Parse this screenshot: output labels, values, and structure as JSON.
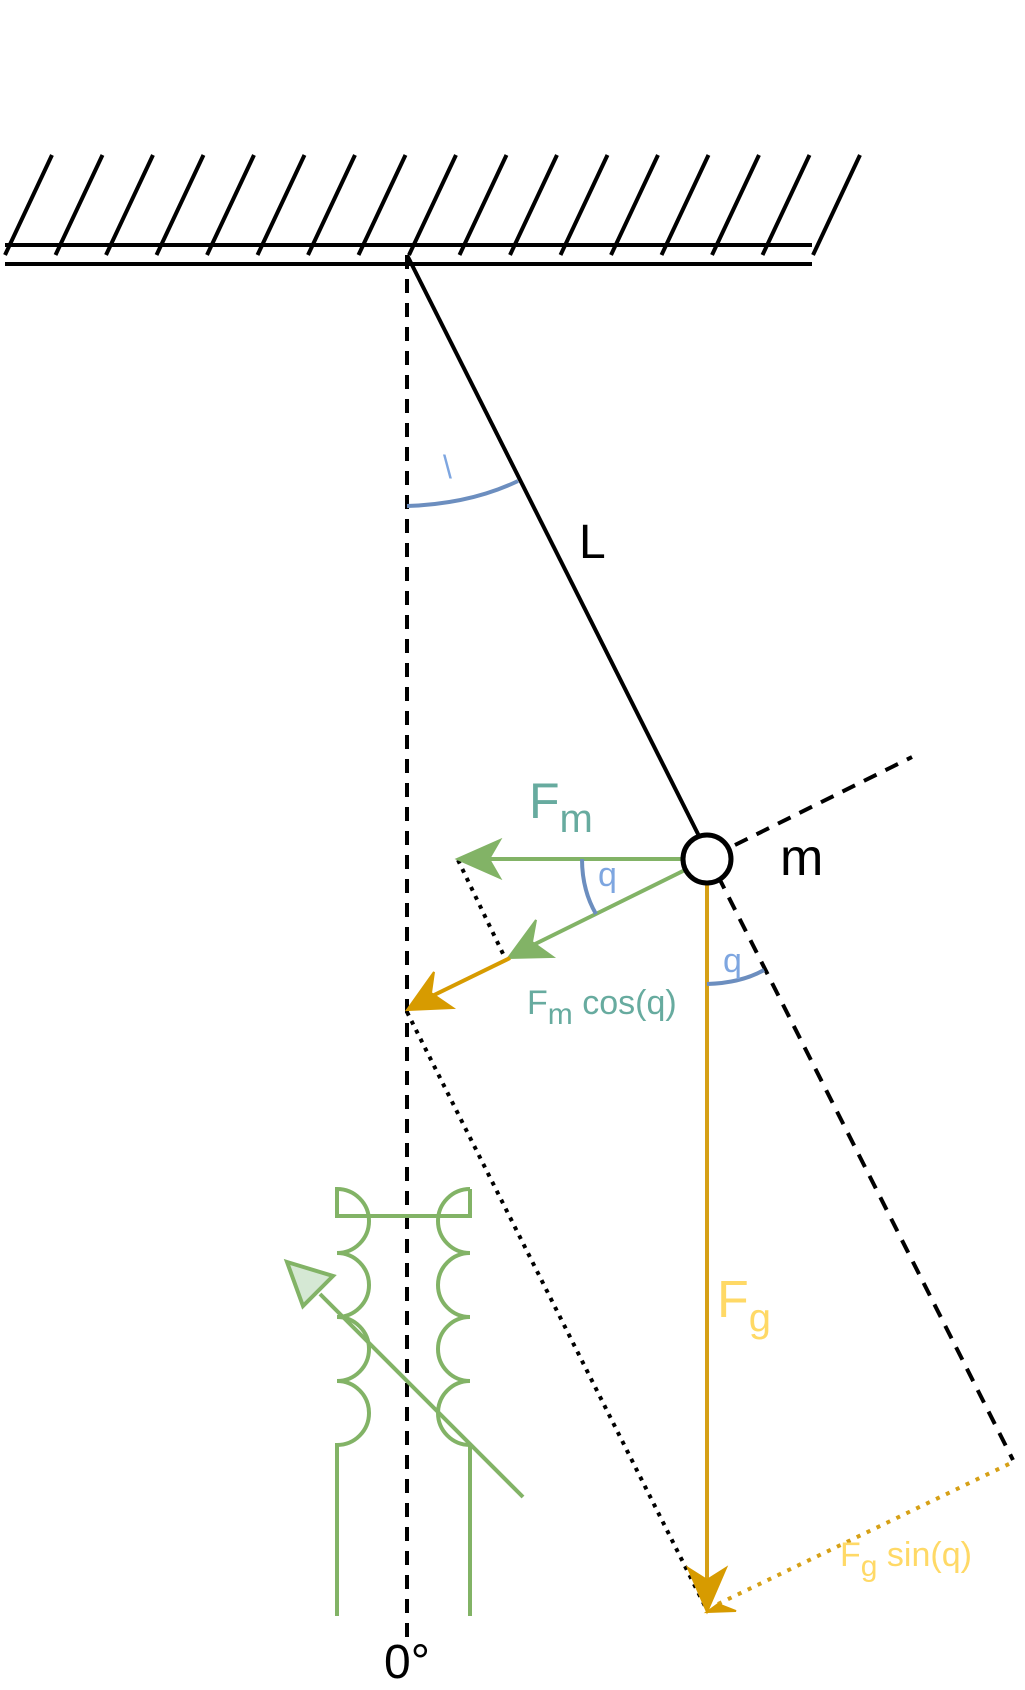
{
  "colors": {
    "black": "#000000",
    "green": "#82b366",
    "green_fill": "#d5e8d4",
    "teal_text": "#67ab9f",
    "blue": "#6c8ebf",
    "blue_text": "#7ea6e0",
    "orange": "#d79b00",
    "gold": "#d6a016",
    "gold_text": "#ffd966"
  },
  "labels": {
    "length": "L",
    "mass": "m",
    "angle_top": "\\",
    "fm_main": "F",
    "fm_sub": "m",
    "theta_fm": "q",
    "fm_cos_main": "F",
    "fm_cos_sub": "m",
    "fm_cos_rest": " cos(q)",
    "theta_fg": "q",
    "fg_main": "F",
    "fg_sub": "g",
    "fg_sin_main": "F",
    "fg_sin_sub": "g",
    "fg_sin_rest": " sin(q)",
    "zero_angle": "0°"
  },
  "icons": {
    "ceiling": "hatched-ceiling-icon",
    "bob": "pendulum-bob-icon",
    "transformer": "variable-transformer-icon"
  }
}
